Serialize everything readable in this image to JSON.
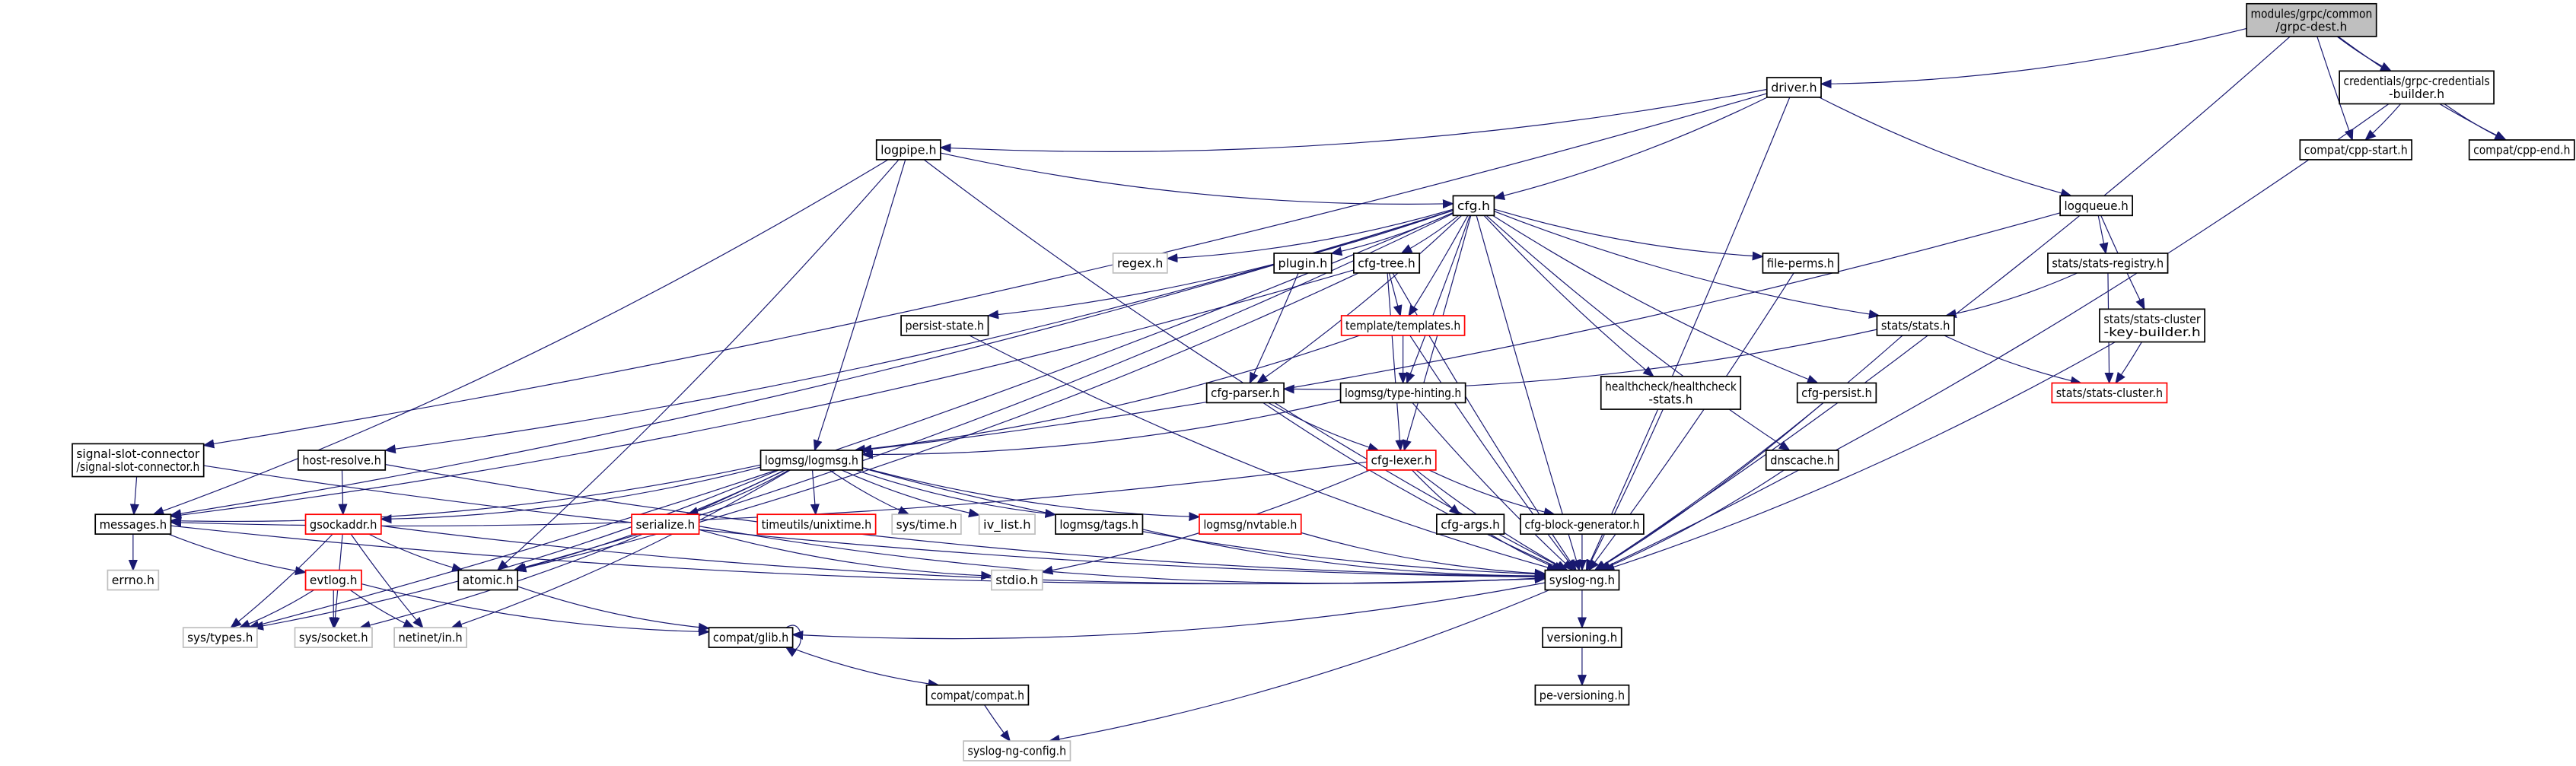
{
  "graph": {
    "colors": {
      "edge": "#191970",
      "root_fill": "#bfbfbf",
      "normal_border": "#000000",
      "missing_border": "#ff0000",
      "external_border": "#bfbfbf"
    },
    "nodes": [
      {
        "id": "grpc-dest",
        "lines": [
          "modules/grpc/common",
          "/grpc-dest.h"
        ],
        "kind": "root"
      },
      {
        "id": "driver",
        "lines": [
          "driver.h"
        ],
        "kind": "normal"
      },
      {
        "id": "cred",
        "lines": [
          "credentials/grpc-credentials",
          "-builder.h"
        ],
        "kind": "normal"
      },
      {
        "id": "cpp-start",
        "lines": [
          "compat/cpp-start.h"
        ],
        "kind": "normal"
      },
      {
        "id": "cpp-end",
        "lines": [
          "compat/cpp-end.h"
        ],
        "kind": "normal"
      },
      {
        "id": "logpipe",
        "lines": [
          "logpipe.h"
        ],
        "kind": "normal"
      },
      {
        "id": "cfg",
        "lines": [
          "cfg.h"
        ],
        "kind": "normal"
      },
      {
        "id": "logqueue",
        "lines": [
          "logqueue.h"
        ],
        "kind": "normal"
      },
      {
        "id": "regex",
        "lines": [
          "regex.h"
        ],
        "kind": "external"
      },
      {
        "id": "plugin",
        "lines": [
          "plugin.h"
        ],
        "kind": "normal"
      },
      {
        "id": "cfg-tree",
        "lines": [
          "cfg-tree.h"
        ],
        "kind": "normal"
      },
      {
        "id": "file-perms",
        "lines": [
          "file-perms.h"
        ],
        "kind": "normal"
      },
      {
        "id": "stats-registry",
        "lines": [
          "stats/stats-registry.h"
        ],
        "kind": "normal"
      },
      {
        "id": "persist-state",
        "lines": [
          "persist-state.h"
        ],
        "kind": "normal"
      },
      {
        "id": "templates",
        "lines": [
          "template/templates.h"
        ],
        "kind": "missing"
      },
      {
        "id": "stats",
        "lines": [
          "stats/stats.h"
        ],
        "kind": "normal"
      },
      {
        "id": "skb",
        "lines": [
          "stats/stats-cluster",
          "-key-builder.h"
        ],
        "kind": "normal"
      },
      {
        "id": "cfg-parser",
        "lines": [
          "cfg-parser.h"
        ],
        "kind": "normal"
      },
      {
        "id": "type-hinting",
        "lines": [
          "logmsg/type-hinting.h"
        ],
        "kind": "normal"
      },
      {
        "id": "healthcheck",
        "lines": [
          "healthcheck/healthcheck",
          "-stats.h"
        ],
        "kind": "normal"
      },
      {
        "id": "cfg-persist",
        "lines": [
          "cfg-persist.h"
        ],
        "kind": "normal"
      },
      {
        "id": "stats-cluster",
        "lines": [
          "stats/stats-cluster.h"
        ],
        "kind": "missing"
      },
      {
        "id": "ssc",
        "lines": [
          "signal-slot-connector",
          "/signal-slot-connector.h"
        ],
        "kind": "normal"
      },
      {
        "id": "host-resolve",
        "lines": [
          "host-resolve.h"
        ],
        "kind": "normal"
      },
      {
        "id": "logmsg",
        "lines": [
          "logmsg/logmsg.h"
        ],
        "kind": "normal"
      },
      {
        "id": "cfg-lexer",
        "lines": [
          "cfg-lexer.h"
        ],
        "kind": "missing"
      },
      {
        "id": "dnscache",
        "lines": [
          "dnscache.h"
        ],
        "kind": "normal"
      },
      {
        "id": "messages",
        "lines": [
          "messages.h"
        ],
        "kind": "normal"
      },
      {
        "id": "gsockaddr",
        "lines": [
          "gsockaddr.h"
        ],
        "kind": "missing"
      },
      {
        "id": "serialize",
        "lines": [
          "serialize.h"
        ],
        "kind": "missing"
      },
      {
        "id": "unixtime",
        "lines": [
          "timeutils/unixtime.h"
        ],
        "kind": "missing"
      },
      {
        "id": "sys-time",
        "lines": [
          "sys/time.h"
        ],
        "kind": "external"
      },
      {
        "id": "iv-list",
        "lines": [
          "iv_list.h"
        ],
        "kind": "external"
      },
      {
        "id": "tags",
        "lines": [
          "logmsg/tags.h"
        ],
        "kind": "normal"
      },
      {
        "id": "nvtable",
        "lines": [
          "logmsg/nvtable.h"
        ],
        "kind": "missing"
      },
      {
        "id": "cfg-args",
        "lines": [
          "cfg-args.h"
        ],
        "kind": "normal"
      },
      {
        "id": "cbg",
        "lines": [
          "cfg-block-generator.h"
        ],
        "kind": "normal"
      },
      {
        "id": "errno",
        "lines": [
          "errno.h"
        ],
        "kind": "external"
      },
      {
        "id": "evtlog",
        "lines": [
          "evtlog.h"
        ],
        "kind": "missing"
      },
      {
        "id": "atomic",
        "lines": [
          "atomic.h"
        ],
        "kind": "normal"
      },
      {
        "id": "stdio",
        "lines": [
          "stdio.h"
        ],
        "kind": "external"
      },
      {
        "id": "syslog-ng",
        "lines": [
          "syslog-ng.h"
        ],
        "kind": "normal"
      },
      {
        "id": "sys-types",
        "lines": [
          "sys/types.h"
        ],
        "kind": "external"
      },
      {
        "id": "sys-socket",
        "lines": [
          "sys/socket.h"
        ],
        "kind": "external"
      },
      {
        "id": "netinet",
        "lines": [
          "netinet/in.h"
        ],
        "kind": "external"
      },
      {
        "id": "glib",
        "lines": [
          "compat/glib.h"
        ],
        "kind": "normal"
      },
      {
        "id": "versioning",
        "lines": [
          "versioning.h"
        ],
        "kind": "normal"
      },
      {
        "id": "compat",
        "lines": [
          "compat/compat.h"
        ],
        "kind": "normal"
      },
      {
        "id": "pe-versioning",
        "lines": [
          "pe-versioning.h"
        ],
        "kind": "normal"
      },
      {
        "id": "config",
        "lines": [
          "syslog-ng-config.h"
        ],
        "kind": "external"
      }
    ],
    "edges": [
      [
        "grpc-dest",
        "driver"
      ],
      [
        "grpc-dest",
        "cred"
      ],
      [
        "grpc-dest",
        "cpp-start"
      ],
      [
        "grpc-dest",
        "cpp-end"
      ],
      [
        "grpc-dest",
        "syslog-ng"
      ],
      [
        "cred",
        "cpp-start"
      ],
      [
        "cred",
        "cpp-end"
      ],
      [
        "cred",
        "syslog-ng"
      ],
      [
        "driver",
        "logpipe"
      ],
      [
        "driver",
        "cfg"
      ],
      [
        "driver",
        "logqueue"
      ],
      [
        "driver",
        "syslog-ng"
      ],
      [
        "driver",
        "ssc"
      ],
      [
        "logpipe",
        "cfg"
      ],
      [
        "logpipe",
        "messages"
      ],
      [
        "logpipe",
        "logmsg"
      ],
      [
        "logpipe",
        "atomic"
      ],
      [
        "logpipe",
        "syslog-ng"
      ],
      [
        "cfg",
        "regex"
      ],
      [
        "cfg",
        "plugin"
      ],
      [
        "cfg",
        "cfg-tree"
      ],
      [
        "cfg",
        "file-perms"
      ],
      [
        "cfg",
        "persist-state"
      ],
      [
        "cfg",
        "templates"
      ],
      [
        "cfg",
        "stats"
      ],
      [
        "cfg",
        "cfg-parser"
      ],
      [
        "cfg",
        "type-hinting"
      ],
      [
        "cfg",
        "healthcheck"
      ],
      [
        "cfg",
        "cfg-persist"
      ],
      [
        "cfg",
        "cfg-lexer"
      ],
      [
        "cfg",
        "dnscache"
      ],
      [
        "cfg",
        "syslog-ng"
      ],
      [
        "cfg",
        "messages"
      ],
      [
        "cfg",
        "host-resolve"
      ],
      [
        "cfg",
        "sys-types"
      ],
      [
        "cfg",
        "atomic"
      ],
      [
        "cfg-tree",
        "templates"
      ],
      [
        "cfg-tree",
        "cfg-lexer"
      ],
      [
        "cfg-tree",
        "messages"
      ],
      [
        "cfg-tree",
        "atomic"
      ],
      [
        "cfg-tree",
        "syslog-ng"
      ],
      [
        "plugin",
        "cfg-parser"
      ],
      [
        "templates",
        "type-hinting"
      ],
      [
        "templates",
        "syslog-ng"
      ],
      [
        "templates",
        "logmsg"
      ],
      [
        "type-hinting",
        "logmsg"
      ],
      [
        "type-hinting",
        "syslog-ng"
      ],
      [
        "cfg-parser",
        "cfg-lexer"
      ],
      [
        "cfg-parser",
        "syslog-ng"
      ],
      [
        "logqueue",
        "stats-registry"
      ],
      [
        "logqueue",
        "skb"
      ],
      [
        "logqueue",
        "logmsg"
      ],
      [
        "stats-registry",
        "stats"
      ],
      [
        "stats-registry",
        "stats-cluster"
      ],
      [
        "stats",
        "stats-cluster"
      ],
      [
        "stats",
        "cfg-parser"
      ],
      [
        "stats",
        "syslog-ng"
      ],
      [
        "skb",
        "stats-cluster"
      ],
      [
        "skb",
        "syslog-ng"
      ],
      [
        "file-perms",
        "syslog-ng"
      ],
      [
        "cfg-persist",
        "syslog-ng"
      ],
      [
        "healthcheck",
        "syslog-ng"
      ],
      [
        "dnscache",
        "syslog-ng"
      ],
      [
        "persist-state",
        "syslog-ng"
      ],
      [
        "cfg-lexer",
        "cfg-args"
      ],
      [
        "cfg-lexer",
        "cbg"
      ],
      [
        "cfg-lexer",
        "syslog-ng"
      ],
      [
        "cfg-lexer",
        "messages"
      ],
      [
        "cfg-lexer",
        "stdio"
      ],
      [
        "cfg-args",
        "syslog-ng"
      ],
      [
        "cbg",
        "syslog-ng"
      ],
      [
        "logmsg",
        "messages"
      ],
      [
        "logmsg",
        "gsockaddr"
      ],
      [
        "logmsg",
        "serialize"
      ],
      [
        "logmsg",
        "unixtime"
      ],
      [
        "logmsg",
        "sys-time"
      ],
      [
        "logmsg",
        "iv-list"
      ],
      [
        "logmsg",
        "tags"
      ],
      [
        "logmsg",
        "nvtable"
      ],
      [
        "logmsg",
        "atomic"
      ],
      [
        "logmsg",
        "syslog-ng"
      ],
      [
        "logmsg",
        "sys-types"
      ],
      [
        "logmsg",
        "sys-socket"
      ],
      [
        "logmsg",
        "netinet"
      ],
      [
        "host-resolve",
        "gsockaddr"
      ],
      [
        "host-resolve",
        "syslog-ng"
      ],
      [
        "ssc",
        "messages"
      ],
      [
        "ssc",
        "syslog-ng"
      ],
      [
        "messages",
        "errno"
      ],
      [
        "messages",
        "evtlog"
      ],
      [
        "messages",
        "syslog-ng"
      ],
      [
        "gsockaddr",
        "atomic"
      ],
      [
        "gsockaddr",
        "sys-types"
      ],
      [
        "gsockaddr",
        "sys-socket"
      ],
      [
        "gsockaddr",
        "netinet"
      ],
      [
        "gsockaddr",
        "syslog-ng"
      ],
      [
        "evtlog",
        "sys-types"
      ],
      [
        "evtlog",
        "sys-socket"
      ],
      [
        "evtlog",
        "netinet"
      ],
      [
        "evtlog",
        "glib"
      ],
      [
        "serialize",
        "syslog-ng"
      ],
      [
        "serialize",
        "stdio"
      ],
      [
        "tags",
        "syslog-ng"
      ],
      [
        "nvtable",
        "syslog-ng"
      ],
      [
        "atomic",
        "glib"
      ],
      [
        "syslog-ng",
        "versioning"
      ],
      [
        "syslog-ng",
        "glib"
      ],
      [
        "syslog-ng",
        "config"
      ],
      [
        "glib",
        "glib"
      ],
      [
        "glib",
        "compat"
      ],
      [
        "versioning",
        "pe-versioning"
      ],
      [
        "compat",
        "config"
      ]
    ]
  }
}
